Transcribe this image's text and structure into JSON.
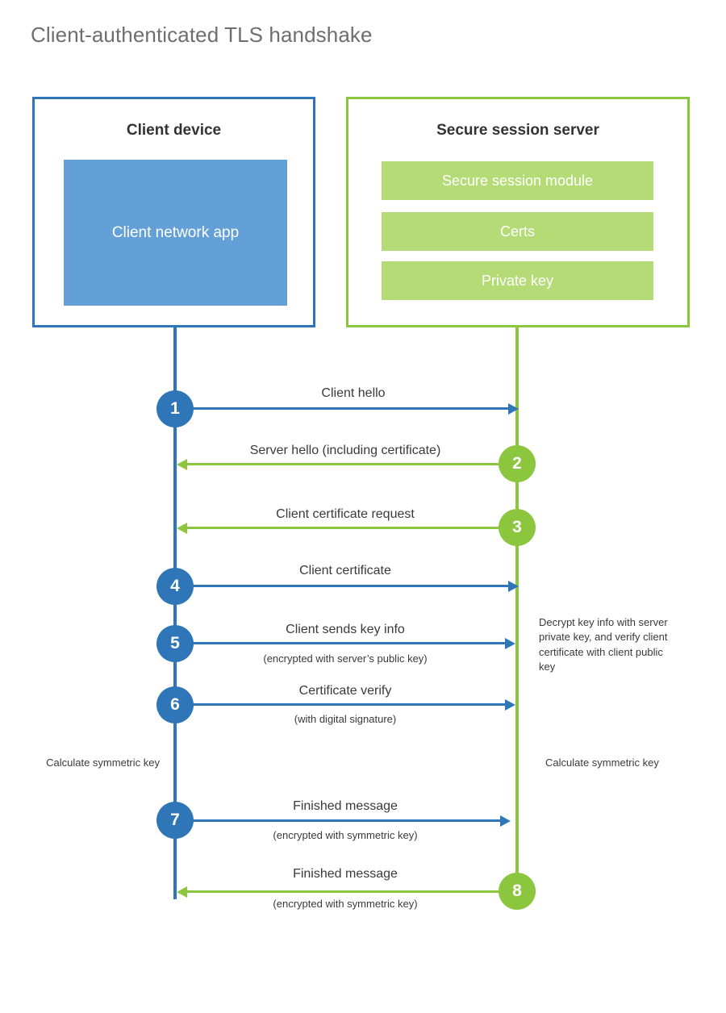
{
  "title": "Client-authenticated TLS handshake",
  "colors": {
    "client_blue": "#2E76B8",
    "client_app_fill": "#63A0D8",
    "server_green": "#8CC63E",
    "server_block_fill": "#B4DB76",
    "text_dark": "#3a3a3a",
    "title_gray": "#6e6e6e",
    "background": "#ffffff"
  },
  "client": {
    "title": "Client device",
    "app_label": "Client network app"
  },
  "server": {
    "title": "Secure session server",
    "blocks": [
      {
        "label": "Secure session module"
      },
      {
        "label": "Certs"
      },
      {
        "label": "Private key"
      }
    ]
  },
  "steps": [
    {
      "number": "1",
      "label": "Client hello",
      "sublabel": "",
      "direction": "client-to-server",
      "color": "blue"
    },
    {
      "number": "2",
      "label": "Server hello (including certificate)",
      "sublabel": "",
      "direction": "server-to-client",
      "color": "green"
    },
    {
      "number": "3",
      "label": "Client certificate request",
      "sublabel": "",
      "direction": "server-to-client",
      "color": "green"
    },
    {
      "number": "4",
      "label": "Client certificate",
      "sublabel": "",
      "direction": "client-to-server",
      "color": "blue"
    },
    {
      "number": "5",
      "label": "Client sends key info",
      "sublabel": "(encrypted with server’s public key)",
      "direction": "client-to-server",
      "color": "blue"
    },
    {
      "number": "6",
      "label": "Certificate verify",
      "sublabel": "(with digital signature)",
      "direction": "client-to-server",
      "color": "blue"
    },
    {
      "number": "7",
      "label": "Finished message",
      "sublabel": "(encrypted with symmetric key)",
      "direction": "client-to-server",
      "color": "blue"
    },
    {
      "number": "8",
      "label": "Finished message",
      "sublabel": "(encrypted with symmetric key)",
      "direction": "server-to-client",
      "color": "green"
    }
  ],
  "annotations": {
    "server_decrypt": "Decrypt key info with server private key, and verify client certificate with client public key",
    "client_calculate": "Calculate symmetric key",
    "server_calculate": "Calculate symmetric key"
  }
}
